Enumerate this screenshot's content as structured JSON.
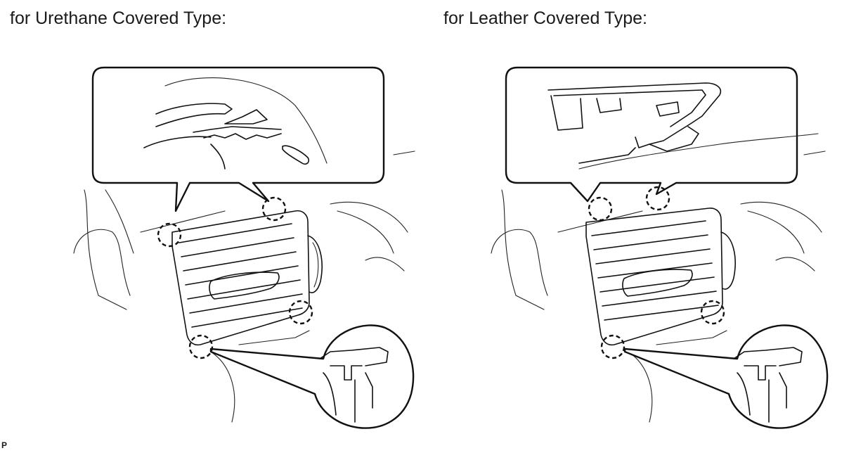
{
  "labels": {
    "left_title": "for Urethane Covered Type:",
    "right_title": "for Leather Covered Type:",
    "figure_code": "P"
  }
}
